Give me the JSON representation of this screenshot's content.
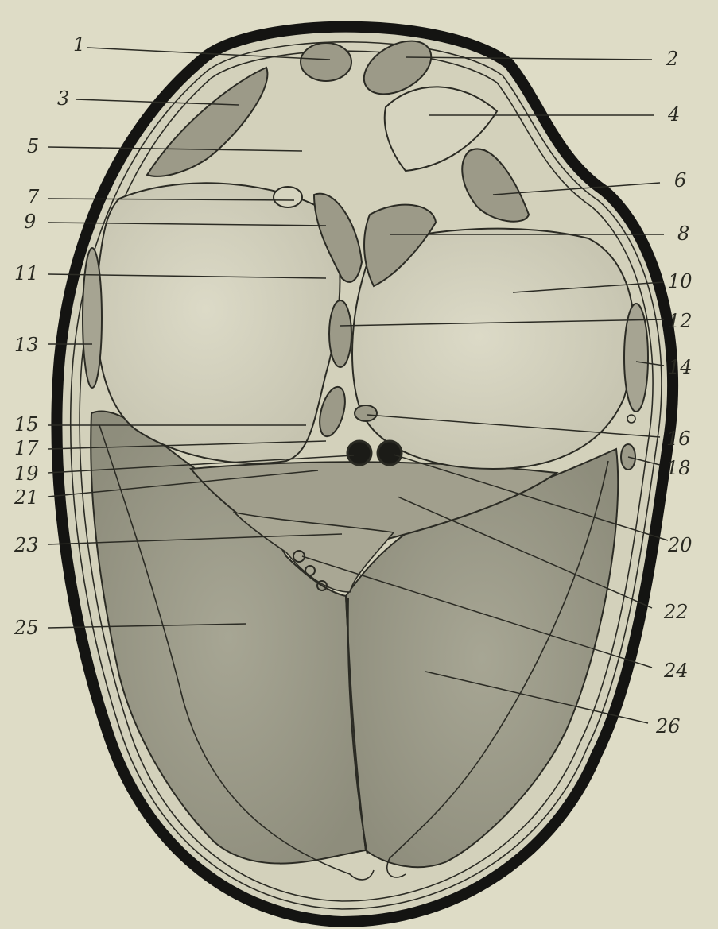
{
  "colors": {
    "paper": "#dedcc6",
    "outline": "#141412",
    "muscle": "#9a9a88",
    "muscle_light": "#b3b2a0",
    "bone": "#cfcdb9",
    "fat": "#d6d4be",
    "ink": "#2b2b24"
  },
  "labels": [
    {
      "id": "1",
      "text": "1"
    },
    {
      "id": "2",
      "text": "2"
    },
    {
      "id": "3",
      "text": "3"
    },
    {
      "id": "4",
      "text": "4"
    },
    {
      "id": "5",
      "text": "5"
    },
    {
      "id": "6",
      "text": "6"
    },
    {
      "id": "7",
      "text": "7"
    },
    {
      "id": "8",
      "text": "8"
    },
    {
      "id": "9",
      "text": "9"
    },
    {
      "id": "10",
      "text": "10"
    },
    {
      "id": "11",
      "text": "11"
    },
    {
      "id": "12",
      "text": "12"
    },
    {
      "id": "13",
      "text": "13"
    },
    {
      "id": "14",
      "text": "14"
    },
    {
      "id": "15",
      "text": "15"
    },
    {
      "id": "16",
      "text": "16"
    },
    {
      "id": "17",
      "text": "17"
    },
    {
      "id": "18",
      "text": "18"
    },
    {
      "id": "19",
      "text": "19"
    },
    {
      "id": "20",
      "text": "20"
    },
    {
      "id": "21",
      "text": "21"
    },
    {
      "id": "22",
      "text": "22"
    },
    {
      "id": "23",
      "text": "23"
    },
    {
      "id": "24",
      "text": "24"
    },
    {
      "id": "25",
      "text": "25"
    },
    {
      "id": "26",
      "text": "26"
    }
  ]
}
